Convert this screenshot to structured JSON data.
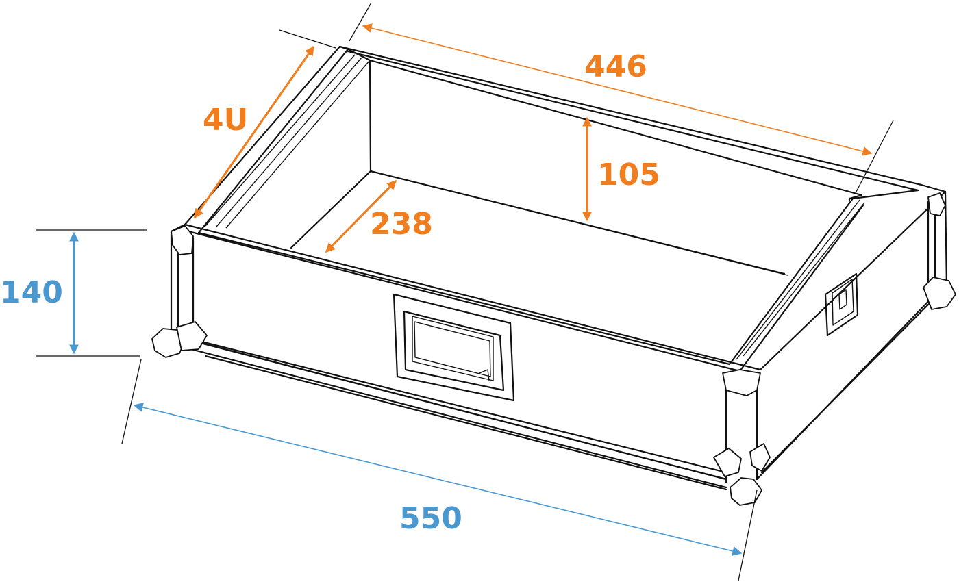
{
  "dimensions": {
    "rack_units": "4U",
    "inner_length": "446",
    "inner_height": "105",
    "inner_depth": "238",
    "outer_height": "140",
    "outer_length": "550"
  },
  "colors": {
    "orange": "#f07d1e",
    "blue": "#4a98d0",
    "outline": "#111111"
  }
}
